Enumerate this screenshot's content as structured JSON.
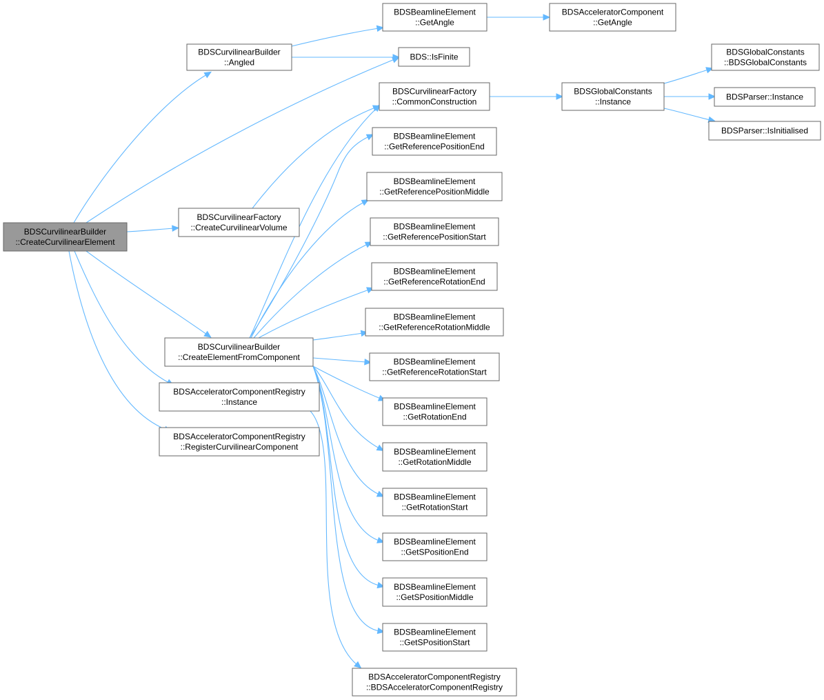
{
  "graph": {
    "nodes": [
      {
        "id": "root",
        "lines": [
          "BDSCurvilinearBuilder",
          "::CreateCurvilinearElement"
        ],
        "root": true
      },
      {
        "id": "angled",
        "lines": [
          "BDSCurvilinearBuilder",
          "::Angled"
        ]
      },
      {
        "id": "be_getangle",
        "lines": [
          "BDSBeamlineElement",
          "::GetAngle"
        ]
      },
      {
        "id": "ac_getangle",
        "lines": [
          "BDSAcceleratorComponent",
          "::GetAngle"
        ]
      },
      {
        "id": "isfinite",
        "lines": [
          "BDS::IsFinite"
        ]
      },
      {
        "id": "common",
        "lines": [
          "BDSCurvilinearFactory",
          "::CommonConstruction"
        ]
      },
      {
        "id": "gc_instance",
        "lines": [
          "BDSGlobalConstants",
          "::Instance"
        ]
      },
      {
        "id": "gc_ctor",
        "lines": [
          "BDSGlobalConstants",
          "::BDSGlobalConstants"
        ]
      },
      {
        "id": "parser_instance",
        "lines": [
          "BDSParser::Instance"
        ]
      },
      {
        "id": "parser_init",
        "lines": [
          "BDSParser::IsInitialised"
        ]
      },
      {
        "id": "createvol",
        "lines": [
          "BDSCurvilinearFactory",
          "::CreateCurvilinearVolume"
        ]
      },
      {
        "id": "create_from_comp",
        "lines": [
          "BDSCurvilinearBuilder",
          "::CreateElementFromComponent"
        ]
      },
      {
        "id": "reg_instance",
        "lines": [
          "BDSAcceleratorComponentRegistry",
          "::Instance"
        ]
      },
      {
        "id": "reg_register",
        "lines": [
          "BDSAcceleratorComponentRegistry",
          "::RegisterCurvilinearComponent"
        ]
      },
      {
        "id": "ref_pos_end",
        "lines": [
          "BDSBeamlineElement",
          "::GetReferencePositionEnd"
        ]
      },
      {
        "id": "ref_pos_mid",
        "lines": [
          "BDSBeamlineElement",
          "::GetReferencePositionMiddle"
        ]
      },
      {
        "id": "ref_pos_start",
        "lines": [
          "BDSBeamlineElement",
          "::GetReferencePositionStart"
        ]
      },
      {
        "id": "ref_rot_end",
        "lines": [
          "BDSBeamlineElement",
          "::GetReferenceRotationEnd"
        ]
      },
      {
        "id": "ref_rot_mid",
        "lines": [
          "BDSBeamlineElement",
          "::GetReferenceRotationMiddle"
        ]
      },
      {
        "id": "ref_rot_start",
        "lines": [
          "BDSBeamlineElement",
          "::GetReferenceRotationStart"
        ]
      },
      {
        "id": "rot_end",
        "lines": [
          "BDSBeamlineElement",
          "::GetRotationEnd"
        ]
      },
      {
        "id": "rot_mid",
        "lines": [
          "BDSBeamlineElement",
          "::GetRotationMiddle"
        ]
      },
      {
        "id": "rot_start",
        "lines": [
          "BDSBeamlineElement",
          "::GetRotationStart"
        ]
      },
      {
        "id": "spos_end",
        "lines": [
          "BDSBeamlineElement",
          "::GetSPositionEnd"
        ]
      },
      {
        "id": "spos_mid",
        "lines": [
          "BDSBeamlineElement",
          "::GetSPositionMiddle"
        ]
      },
      {
        "id": "spos_start",
        "lines": [
          "BDSBeamlineElement",
          "::GetSPositionStart"
        ]
      },
      {
        "id": "reg_ctor",
        "lines": [
          "BDSAcceleratorComponentRegistry",
          "::BDSAcceleratorComponentRegistry"
        ]
      }
    ],
    "edges": [
      {
        "from": "root",
        "to": "angled"
      },
      {
        "from": "root",
        "to": "isfinite"
      },
      {
        "from": "root",
        "to": "createvol"
      },
      {
        "from": "root",
        "to": "create_from_comp"
      },
      {
        "from": "root",
        "to": "reg_instance"
      },
      {
        "from": "root",
        "to": "reg_register"
      },
      {
        "from": "angled",
        "to": "be_getangle"
      },
      {
        "from": "angled",
        "to": "isfinite"
      },
      {
        "from": "be_getangle",
        "to": "ac_getangle"
      },
      {
        "from": "createvol",
        "to": "common"
      },
      {
        "from": "common",
        "to": "gc_instance"
      },
      {
        "from": "gc_instance",
        "to": "gc_ctor"
      },
      {
        "from": "gc_instance",
        "to": "parser_instance"
      },
      {
        "from": "gc_instance",
        "to": "parser_init"
      },
      {
        "from": "create_from_comp",
        "to": "common"
      },
      {
        "from": "create_from_comp",
        "to": "ref_pos_end"
      },
      {
        "from": "create_from_comp",
        "to": "ref_pos_mid"
      },
      {
        "from": "create_from_comp",
        "to": "ref_pos_start"
      },
      {
        "from": "create_from_comp",
        "to": "ref_rot_end"
      },
      {
        "from": "create_from_comp",
        "to": "ref_rot_mid"
      },
      {
        "from": "create_from_comp",
        "to": "ref_rot_start"
      },
      {
        "from": "create_from_comp",
        "to": "rot_end"
      },
      {
        "from": "create_from_comp",
        "to": "rot_mid"
      },
      {
        "from": "create_from_comp",
        "to": "rot_start"
      },
      {
        "from": "create_from_comp",
        "to": "spos_end"
      },
      {
        "from": "create_from_comp",
        "to": "spos_mid"
      },
      {
        "from": "create_from_comp",
        "to": "spos_start"
      },
      {
        "from": "reg_instance",
        "to": "reg_ctor"
      }
    ],
    "colors": {
      "edge": "#63b8ff",
      "node_border": "#666666",
      "root_fill": "#999999",
      "node_fill": "#ffffff"
    }
  }
}
